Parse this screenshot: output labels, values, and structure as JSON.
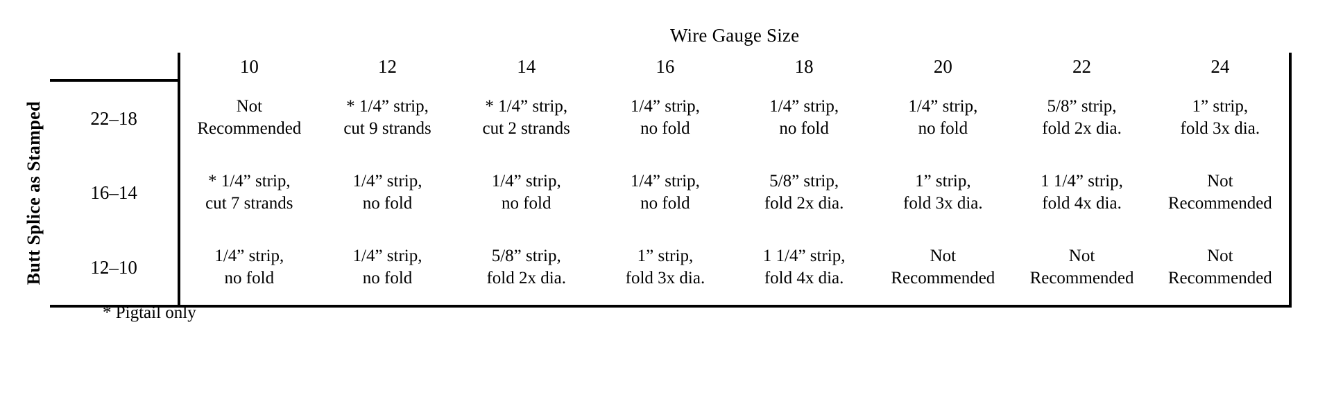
{
  "table": {
    "column_group_header": "Wire Gauge Size",
    "row_group_header": "Butt Splice as Stamped",
    "column_headers": [
      "10",
      "12",
      "14",
      "16",
      "18",
      "20",
      "22",
      "24"
    ],
    "row_headers": [
      "22–18",
      "16–14",
      "12–10"
    ],
    "rows": [
      {
        "label": "22–18",
        "cells": [
          {
            "line1": "Not",
            "line2": "Recommended"
          },
          {
            "line1": "* 1/4” strip,",
            "line2": "cut 9 strands"
          },
          {
            "line1": "* 1/4” strip,",
            "line2": "cut 2 strands"
          },
          {
            "line1": "1/4” strip,",
            "line2": "no fold"
          },
          {
            "line1": "1/4” strip,",
            "line2": "no fold"
          },
          {
            "line1": "1/4” strip,",
            "line2": "no fold"
          },
          {
            "line1": "5/8” strip,",
            "line2": "fold 2x dia."
          },
          {
            "line1": "1” strip,",
            "line2": "fold 3x dia."
          }
        ]
      },
      {
        "label": "16–14",
        "cells": [
          {
            "line1": "* 1/4” strip,",
            "line2": "cut 7 strands"
          },
          {
            "line1": "1/4” strip,",
            "line2": "no fold"
          },
          {
            "line1": "1/4” strip,",
            "line2": "no fold"
          },
          {
            "line1": "1/4” strip,",
            "line2": "no fold"
          },
          {
            "line1": "5/8” strip,",
            "line2": "fold 2x dia."
          },
          {
            "line1": "1” strip,",
            "line2": "fold 3x dia."
          },
          {
            "line1": "1 1/4” strip,",
            "line2": "fold 4x dia."
          },
          {
            "line1": "Not",
            "line2": "Recommended"
          }
        ]
      },
      {
        "label": "12–10",
        "cells": [
          {
            "line1": "1/4” strip,",
            "line2": "no fold"
          },
          {
            "line1": "1/4” strip,",
            "line2": "no fold"
          },
          {
            "line1": "5/8” strip,",
            "line2": "fold 2x dia."
          },
          {
            "line1": "1” strip,",
            "line2": "fold 3x dia."
          },
          {
            "line1": "1 1/4” strip,",
            "line2": "fold 4x dia."
          },
          {
            "line1": "Not",
            "line2": "Recommended"
          },
          {
            "line1": "Not",
            "line2": "Recommended"
          },
          {
            "line1": "Not",
            "line2": "Recommended"
          }
        ]
      }
    ]
  },
  "footnote": "* Pigtail only"
}
